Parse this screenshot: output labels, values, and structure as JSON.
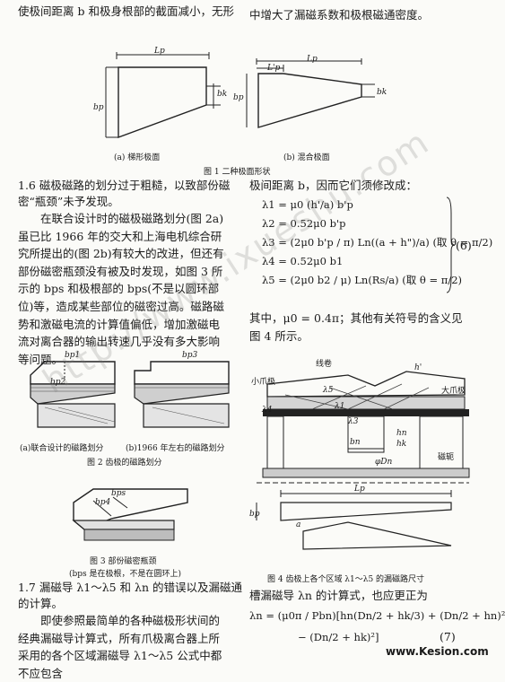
{
  "top_left": "使极间距离 b 和极身根部的截面减小，无形",
  "top_right": "中增大了漏磁系数和极根磁通密度。",
  "fig1": {
    "labels": {
      "Lp": "Lp",
      "bp": "bp",
      "bk": "bk",
      "Lp_prime": "L'p"
    },
    "sub_a": "(a)   梯形极面",
    "sub_b": "(b)   混合极面",
    "caption": "图 1   二种极面形状"
  },
  "sec16": {
    "heading": "1.6   磁极磁路的划分过于粗糙，以致部份磁",
    "heading2": "密“瓶颈”未予发现。",
    "body": "在联合设计时的磁极磁路划分(图 2a)虽已比 1966 年的交大和上海电机综合研究所提出的(图 2b)有较大的改进，但还有部份磁密瓶颈没有被及时发现，如图 3 所示的 bps 和极根部的 bps(不是以圆环部位)等，造成某些部位的磁密过高。磁路磁势和激磁电流的计算值偏低，增加激磁电流对离合器的输出转速几乎没有多大影响等问题。"
  },
  "fig2": {
    "labels": {
      "bp1": "bp1",
      "bp2": "bp2",
      "bp3": "bp3"
    },
    "sub_a": "(a)联合设计的磁路划分",
    "sub_b": "(b)1966 年左右的磁路划分",
    "caption": "图 2   齿极的磁路划分"
  },
  "fig3": {
    "labels": {
      "bp4": "bp4",
      "bps": "bps"
    },
    "caption": "图 3   部份磁密瓶颈",
    "note": "(bps 是在极根，不是在圆环上)"
  },
  "sec17": {
    "heading": "1.7   漏磁导 λ1～λ5 和 λn 的错误以及漏磁通",
    "heading2": "的计算。",
    "body": "即使参照最简单的各种磁极形状间的经典漏磁导计算式，所有爪极离合器上所采用的各个区域漏磁导 λ1～λ5 公式中都不应包含"
  },
  "right_col": {
    "intro": "极间距离 b，因而它们须修改成：",
    "formulas": [
      "λ1 = μ0 (h'/a) b'p",
      "λ2 = 0.52μ0 b'p",
      "λ3 = (2μ0 b'p / π) Ln((a + h\")/a)  (取 θ = π/2)",
      "λ4 = 0.52μ0 b1",
      "λ5 = (2μ0 b2 / μ) Ln(Rs/a)  (取 θ = π/2)"
    ],
    "eqno6": "(6)",
    "after": "其中，μ0 = 0.4π；其他有关符号的含义见图 4 所示。",
    "fig4_caption": "图 4   齿极上各个区域 λ1～λ5 的漏磁路尺寸",
    "slot_text": "槽漏磁导 λn 的计算式，也应更正为",
    "formula7a": "λn = (μ0π / Pbn)[hn(Dn/2 + hk/3) + (Dn/2 + hn)²",
    "formula7b": "− (Dn/2 + hk)²]",
    "eqno7": "(7)"
  },
  "fig4": {
    "labels": {
      "xianquan": "线卷",
      "xiaozhuaji": "小爪极",
      "dazhuaji": "大爪极",
      "cidao": "磁轭",
      "h_prime": "h'",
      "bn": "bn",
      "lambda1": "λ1",
      "lambda3": "λ3",
      "lambda4": "λ4",
      "lambda5": "λ5",
      "hn": "hn",
      "hk": "hk",
      "Dn": "φDn",
      "Lp": "Lp",
      "bp": "bp",
      "a": "a"
    }
  },
  "watermark": "http://www.ixueshu.com",
  "footer": "www.Kesion.com"
}
